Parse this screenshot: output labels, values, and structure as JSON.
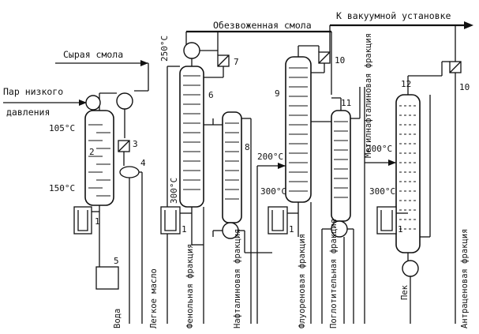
{
  "labels": {
    "vacuum_unit": "К вакуумной установке",
    "dehydrated_resin": "Обезвоженная смола",
    "raw_resin": "Сырая смола",
    "steam_line1": "Пар низкого",
    "steam_line2": "давления",
    "methylnaphthalene": "Метилнафталиновая фракция",
    "water": "Вода",
    "light_oil": "Легкое масло",
    "phenol_fraction": "Фенольная фракция",
    "naphthalene_fraction": "Нафталиновая фракция",
    "fluorene_fraction": "Флуореновая фракция",
    "absorption_fraction": "Поглотительная фракция",
    "pitch": "Пек",
    "anthracene_fraction": "Антраценовая фракция"
  },
  "temperatures": {
    "t_250": "250°C",
    "t_105": "105°C",
    "t_150": "150°C",
    "t_300_col6": "300°C",
    "t_200_col9": "200°C",
    "t_300_col9": "300°C",
    "t_200_col12": "200°C",
    "t_300_col12": "300°C"
  },
  "numbers": {
    "n1_a": "1",
    "n1_b": "1",
    "n1_c": "1",
    "n1_d": "1",
    "n2": "2",
    "n3": "3",
    "n4": "4",
    "n5": "5",
    "n6": "6",
    "n7": "7",
    "n8": "8",
    "n9": "9",
    "n10_a": "10",
    "n10_b": "10",
    "n11": "11",
    "n12": "12"
  }
}
